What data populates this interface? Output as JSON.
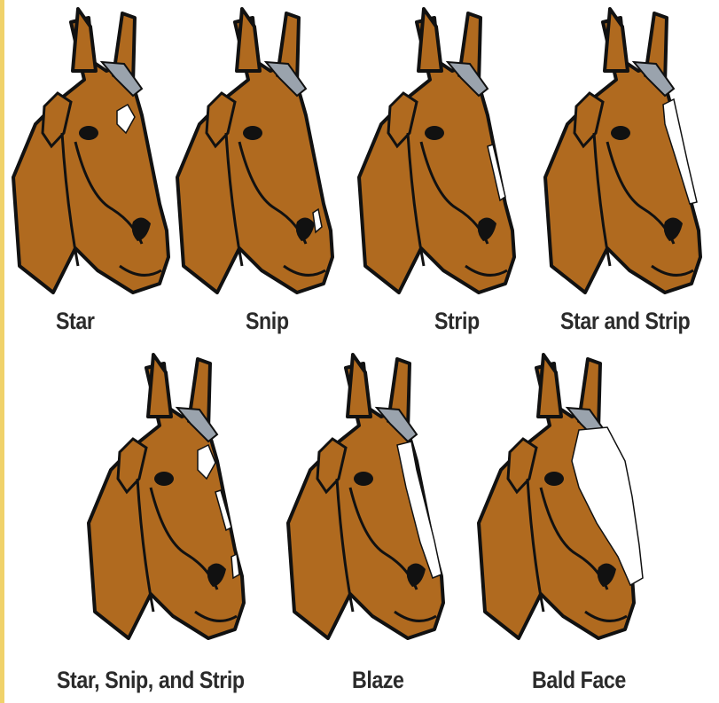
{
  "diagram": {
    "colors": {
      "coat": "#b06a1f",
      "outline": "#111111",
      "marking": "#ffffff",
      "forelock": "#9aa3ad",
      "edge_strip": "#f0d26a"
    },
    "markings": [
      {
        "id": "star",
        "label": "Star"
      },
      {
        "id": "snip",
        "label": "Snip"
      },
      {
        "id": "strip",
        "label": "Strip"
      },
      {
        "id": "star-and-strip",
        "label": "Star and Strip"
      },
      {
        "id": "star-snip-strip",
        "label": "Star, Snip, and Strip"
      },
      {
        "id": "blaze",
        "label": "Blaze"
      },
      {
        "id": "bald-face",
        "label": "Bald Face"
      }
    ]
  }
}
